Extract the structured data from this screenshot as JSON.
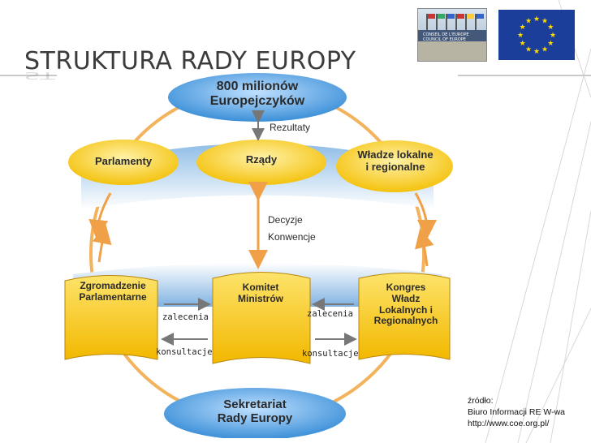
{
  "slide": {
    "title": "STRUKTURA RADY EUROPY",
    "source_lines": [
      "źródło:",
      "Biuro Informacji RE W-wa",
      "http://www.coe.org.pl/"
    ]
  },
  "header_images": {
    "council_photo_caption": "CONSEIL DE L'EUROPE   COUNCIL OF EUROPE",
    "eu_flag_star_count": 12
  },
  "diagram": {
    "top_ellipse": {
      "line1": "800 milionów",
      "line2": "Europejczyków"
    },
    "rezultaty": "Rezultaty",
    "parlamenty": "Parlamenty",
    "rzady": "Rządy",
    "wladze": {
      "line1": "Władze lokalne",
      "line2": "i regionalne"
    },
    "decyzje": {
      "line1": "Decyzje",
      "line2": "Konwencje"
    },
    "zgromadzenie": {
      "line1": "Zgromadzenie",
      "line2": "Parlamentarne"
    },
    "komitet": {
      "line1": "Komitet",
      "line2": "Ministrów"
    },
    "kongres": {
      "line1": "Kongres",
      "line2": "Władz",
      "line3": "Lokalnych i",
      "line4": "Regionalnych"
    },
    "zalecenia_left": "zalecenia",
    "zalecenia_right": "zalecenia",
    "konsultacje_left": "konsultacje",
    "konsultacje_right": "konsultacje",
    "sekretariat": {
      "line1": "Sekretariat",
      "line2": "Rady Europy"
    }
  },
  "colors": {
    "yellow": "#f7cf2a",
    "blue": "#3a8ad6",
    "orange_arrow": "#f0a046",
    "title_gray": "#3c3c3c"
  }
}
